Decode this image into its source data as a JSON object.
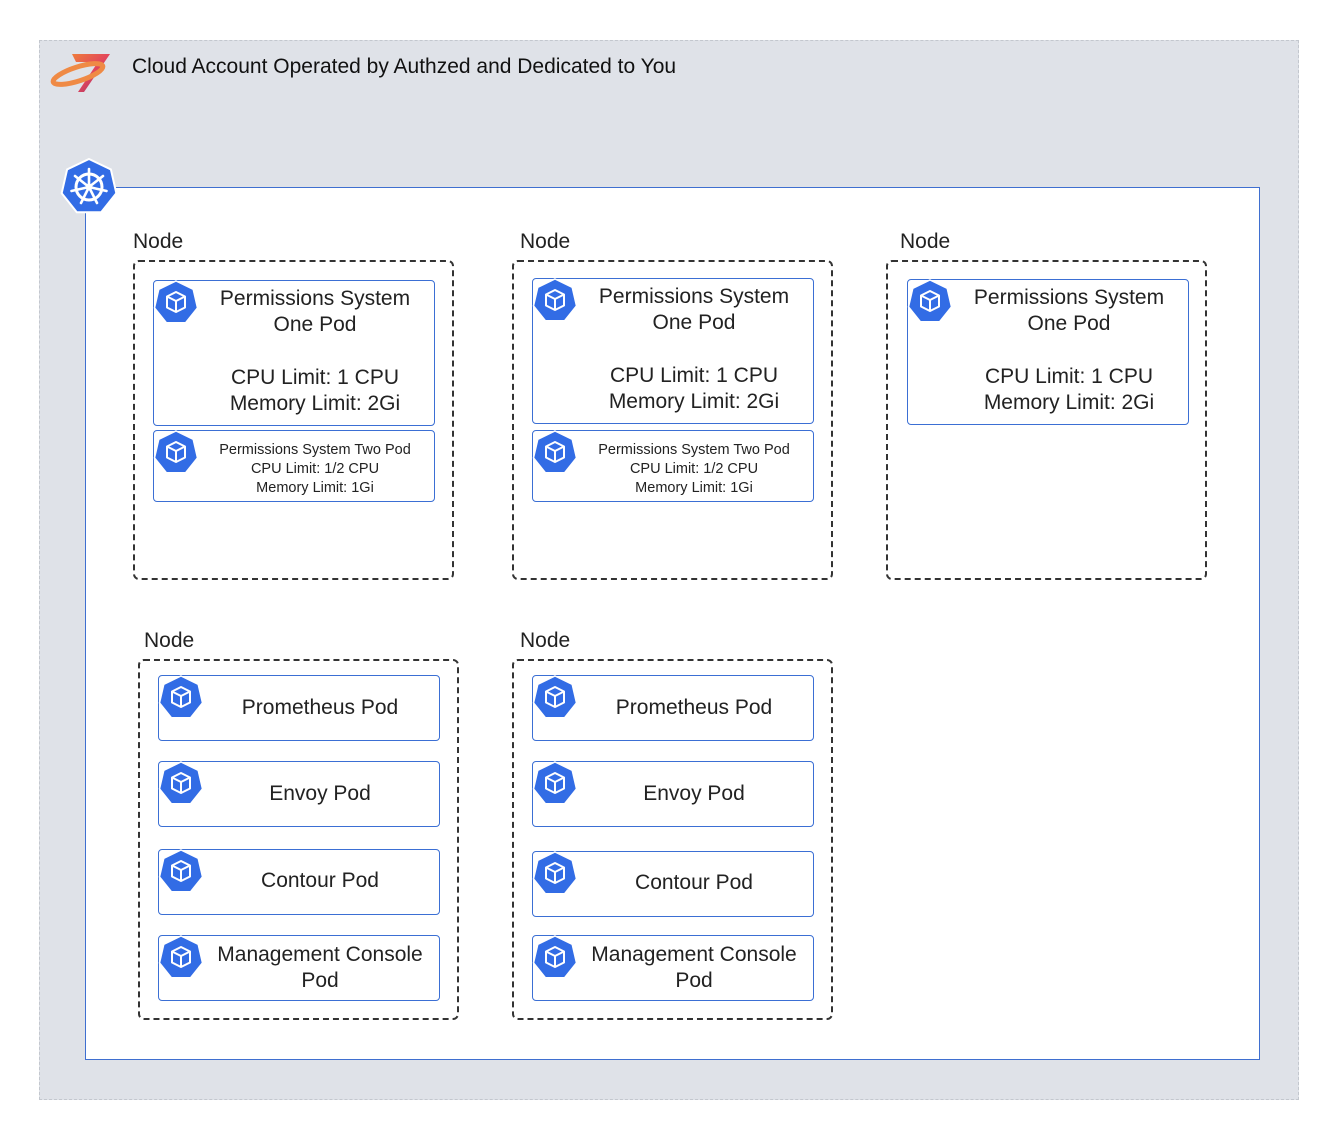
{
  "account": {
    "title": "Cloud Account Operated by Authzed and Dedicated to You",
    "logo_icon": "authzed-logo-icon"
  },
  "cluster": {
    "icon": "kubernetes-icon",
    "node_label": "Node",
    "pod_icon": "kubernetes-pod-icon",
    "colors": {
      "pod_border": "#3b6fd4",
      "icon_fill": "#326ce5",
      "background": "#dfe2e8"
    }
  },
  "nodes": [
    {
      "label": "Node",
      "pods": [
        {
          "lines": [
            "Permissions System",
            "One Pod",
            "",
            "CPU Limit: 1 CPU",
            "Memory Limit: 2Gi"
          ]
        },
        {
          "lines": [
            "Permissions System Two Pod",
            "CPU Limit: 1/2 CPU",
            "Memory Limit: 1Gi"
          ]
        }
      ]
    },
    {
      "label": "Node",
      "pods": [
        {
          "lines": [
            "Permissions System",
            "One Pod",
            "",
            "CPU Limit: 1 CPU",
            "Memory Limit: 2Gi"
          ]
        },
        {
          "lines": [
            "Permissions System Two Pod",
            "CPU Limit: 1/2 CPU",
            "Memory Limit: 1Gi"
          ]
        }
      ]
    },
    {
      "label": "Node",
      "pods": [
        {
          "lines": [
            "Permissions System",
            "One Pod",
            "",
            "CPU Limit: 1 CPU",
            "Memory Limit: 2Gi"
          ]
        }
      ]
    },
    {
      "label": "Node",
      "pods": [
        {
          "lines": [
            "Prometheus Pod"
          ]
        },
        {
          "lines": [
            "Envoy Pod"
          ]
        },
        {
          "lines": [
            "Contour Pod"
          ]
        },
        {
          "lines": [
            "Management Console",
            "Pod"
          ]
        }
      ]
    },
    {
      "label": "Node",
      "pods": [
        {
          "lines": [
            "Prometheus Pod"
          ]
        },
        {
          "lines": [
            "Envoy Pod"
          ]
        },
        {
          "lines": [
            "Contour Pod"
          ]
        },
        {
          "lines": [
            "Management Console",
            "Pod"
          ]
        }
      ]
    }
  ]
}
